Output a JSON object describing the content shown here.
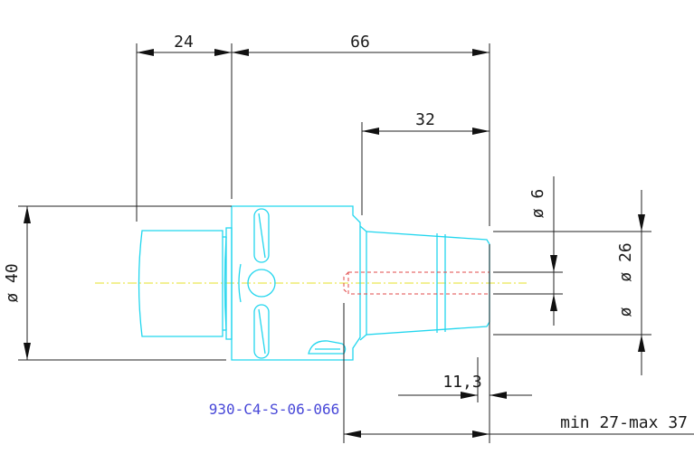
{
  "drawing": {
    "part_number": "930-C4-S-06-066",
    "dimensions": {
      "shank_length": "24",
      "overall_length": "66",
      "nose_length": "32",
      "outer_diameter": "ø 40",
      "bore_diameter": "ø 6",
      "nose_diameter": "ø 26",
      "bore_depth": "11,3",
      "clamping_range": "min 27-max 37"
    },
    "colors": {
      "outline": "#22d6ee",
      "hidden_bore": "#e04848",
      "centerline": "#e6e02a",
      "dimension": "#222222",
      "part_number": "#4848d8"
    }
  }
}
